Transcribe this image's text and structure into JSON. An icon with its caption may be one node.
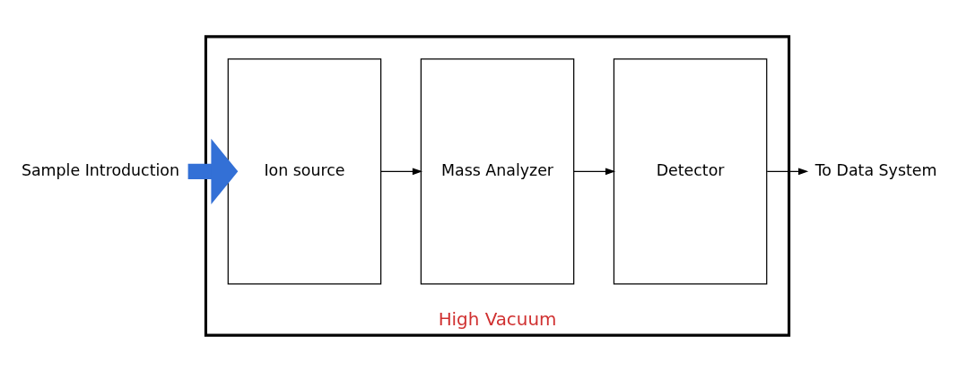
{
  "diagram": {
    "nodes": [
      {
        "text": [
          "High Vacuum"
        ]
      },
      {
        "text": [
          "Ion source"
        ],
        "in": 0
      },
      {
        "text": [
          "Mass Analyzer"
        ],
        "in": 0
      },
      {
        "text": [
          "Detector"
        ],
        "in": 0
      },
      {
        "text": [
          "Sample Introduction"
        ]
      },
      {
        "text": [
          "To Data System"
        ]
      }
    ],
    "edges": [
      {
        "from": 4,
        "to": 1,
        "arrow": "to",
        "style": "thick",
        "color": "#3370d6"
      },
      {
        "from": 1,
        "to": 2,
        "arrow": "to"
      },
      {
        "from": 2,
        "to": 3,
        "arrow": "to"
      },
      {
        "from": 3,
        "to": 5,
        "arrow": "to"
      }
    ]
  }
}
